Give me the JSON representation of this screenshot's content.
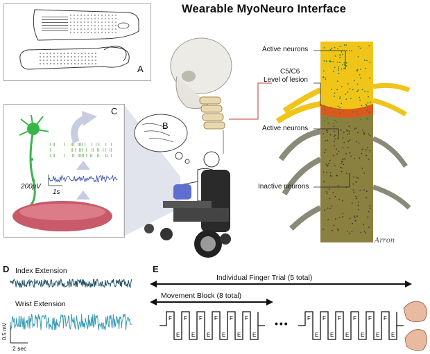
{
  "title": "Wearable MyoNeuro Interface",
  "panels": {
    "a": "A",
    "b": "B",
    "c": "C",
    "d": "D",
    "e": "E"
  },
  "scale_bar": {
    "amplitude": "200μV",
    "time": "1s"
  },
  "spinal_labels": {
    "active_top": "Active neurons",
    "lesion_line1": "C5/C6",
    "lesion_line2": "Level of lesion",
    "active_mid": "Active neurons",
    "inactive": "Inactive neurons"
  },
  "signature": "Arron",
  "emg": {
    "index_label": "Index Extension",
    "wrist_label": "Wrist Extension",
    "y_scale": "0.5 mV",
    "x_scale": "2 sec"
  },
  "protocol": {
    "trial_label": "Individual Finger Trial (5 total)",
    "block_label": "Movement Block (8 total)",
    "flex_letter": "F",
    "ext_letter": "E",
    "ellipsis": "•••"
  },
  "colors": {
    "neuron_green": "#39b54a",
    "emg_index": "#1d4f63",
    "emg_wrist": "#3a9bb5",
    "spinal_cord": "#8a8040",
    "lesion_yellow": "#f0c419",
    "signal_blue": "#3048a8"
  }
}
